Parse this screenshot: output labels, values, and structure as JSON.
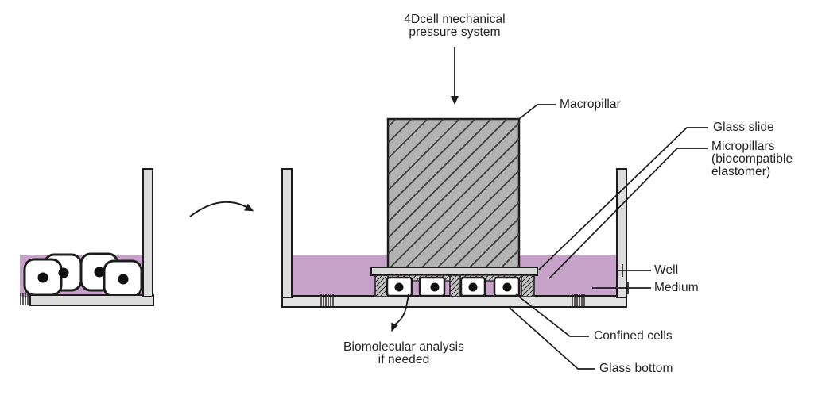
{
  "figure": {
    "title": {
      "lines": [
        "4Dcell mechanical",
        "pressure system"
      ]
    },
    "labels": {
      "macropillar": "Macropillar",
      "glass_slide": "Glass slide",
      "micropillars": {
        "lines": [
          "Micropillars",
          "(biocompatible",
          "elastomer)"
        ]
      },
      "well": "Well",
      "medium": "Medium",
      "confined_cells": "Confined cells",
      "glass_bottom": "Glass bottom",
      "biomolecular_analysis": {
        "lines": [
          "Biomolecular analysis",
          "if needed"
        ]
      }
    },
    "counts": {
      "cells_in_left_dish": 4,
      "confined_cells": 4,
      "micropillar_blocks": 3
    },
    "colors": {
      "medium_purple": "#c6a2c9",
      "wall_gray": "#dcdcdc",
      "glass_gray": "#e2e2e2",
      "slide_gray": "#d8d8d8",
      "macropillar_gray": "#b3b3b3",
      "pillar_gray": "#c4c4c4",
      "cell_fill": "#ffffff",
      "outline": "#1d1b1c"
    }
  }
}
